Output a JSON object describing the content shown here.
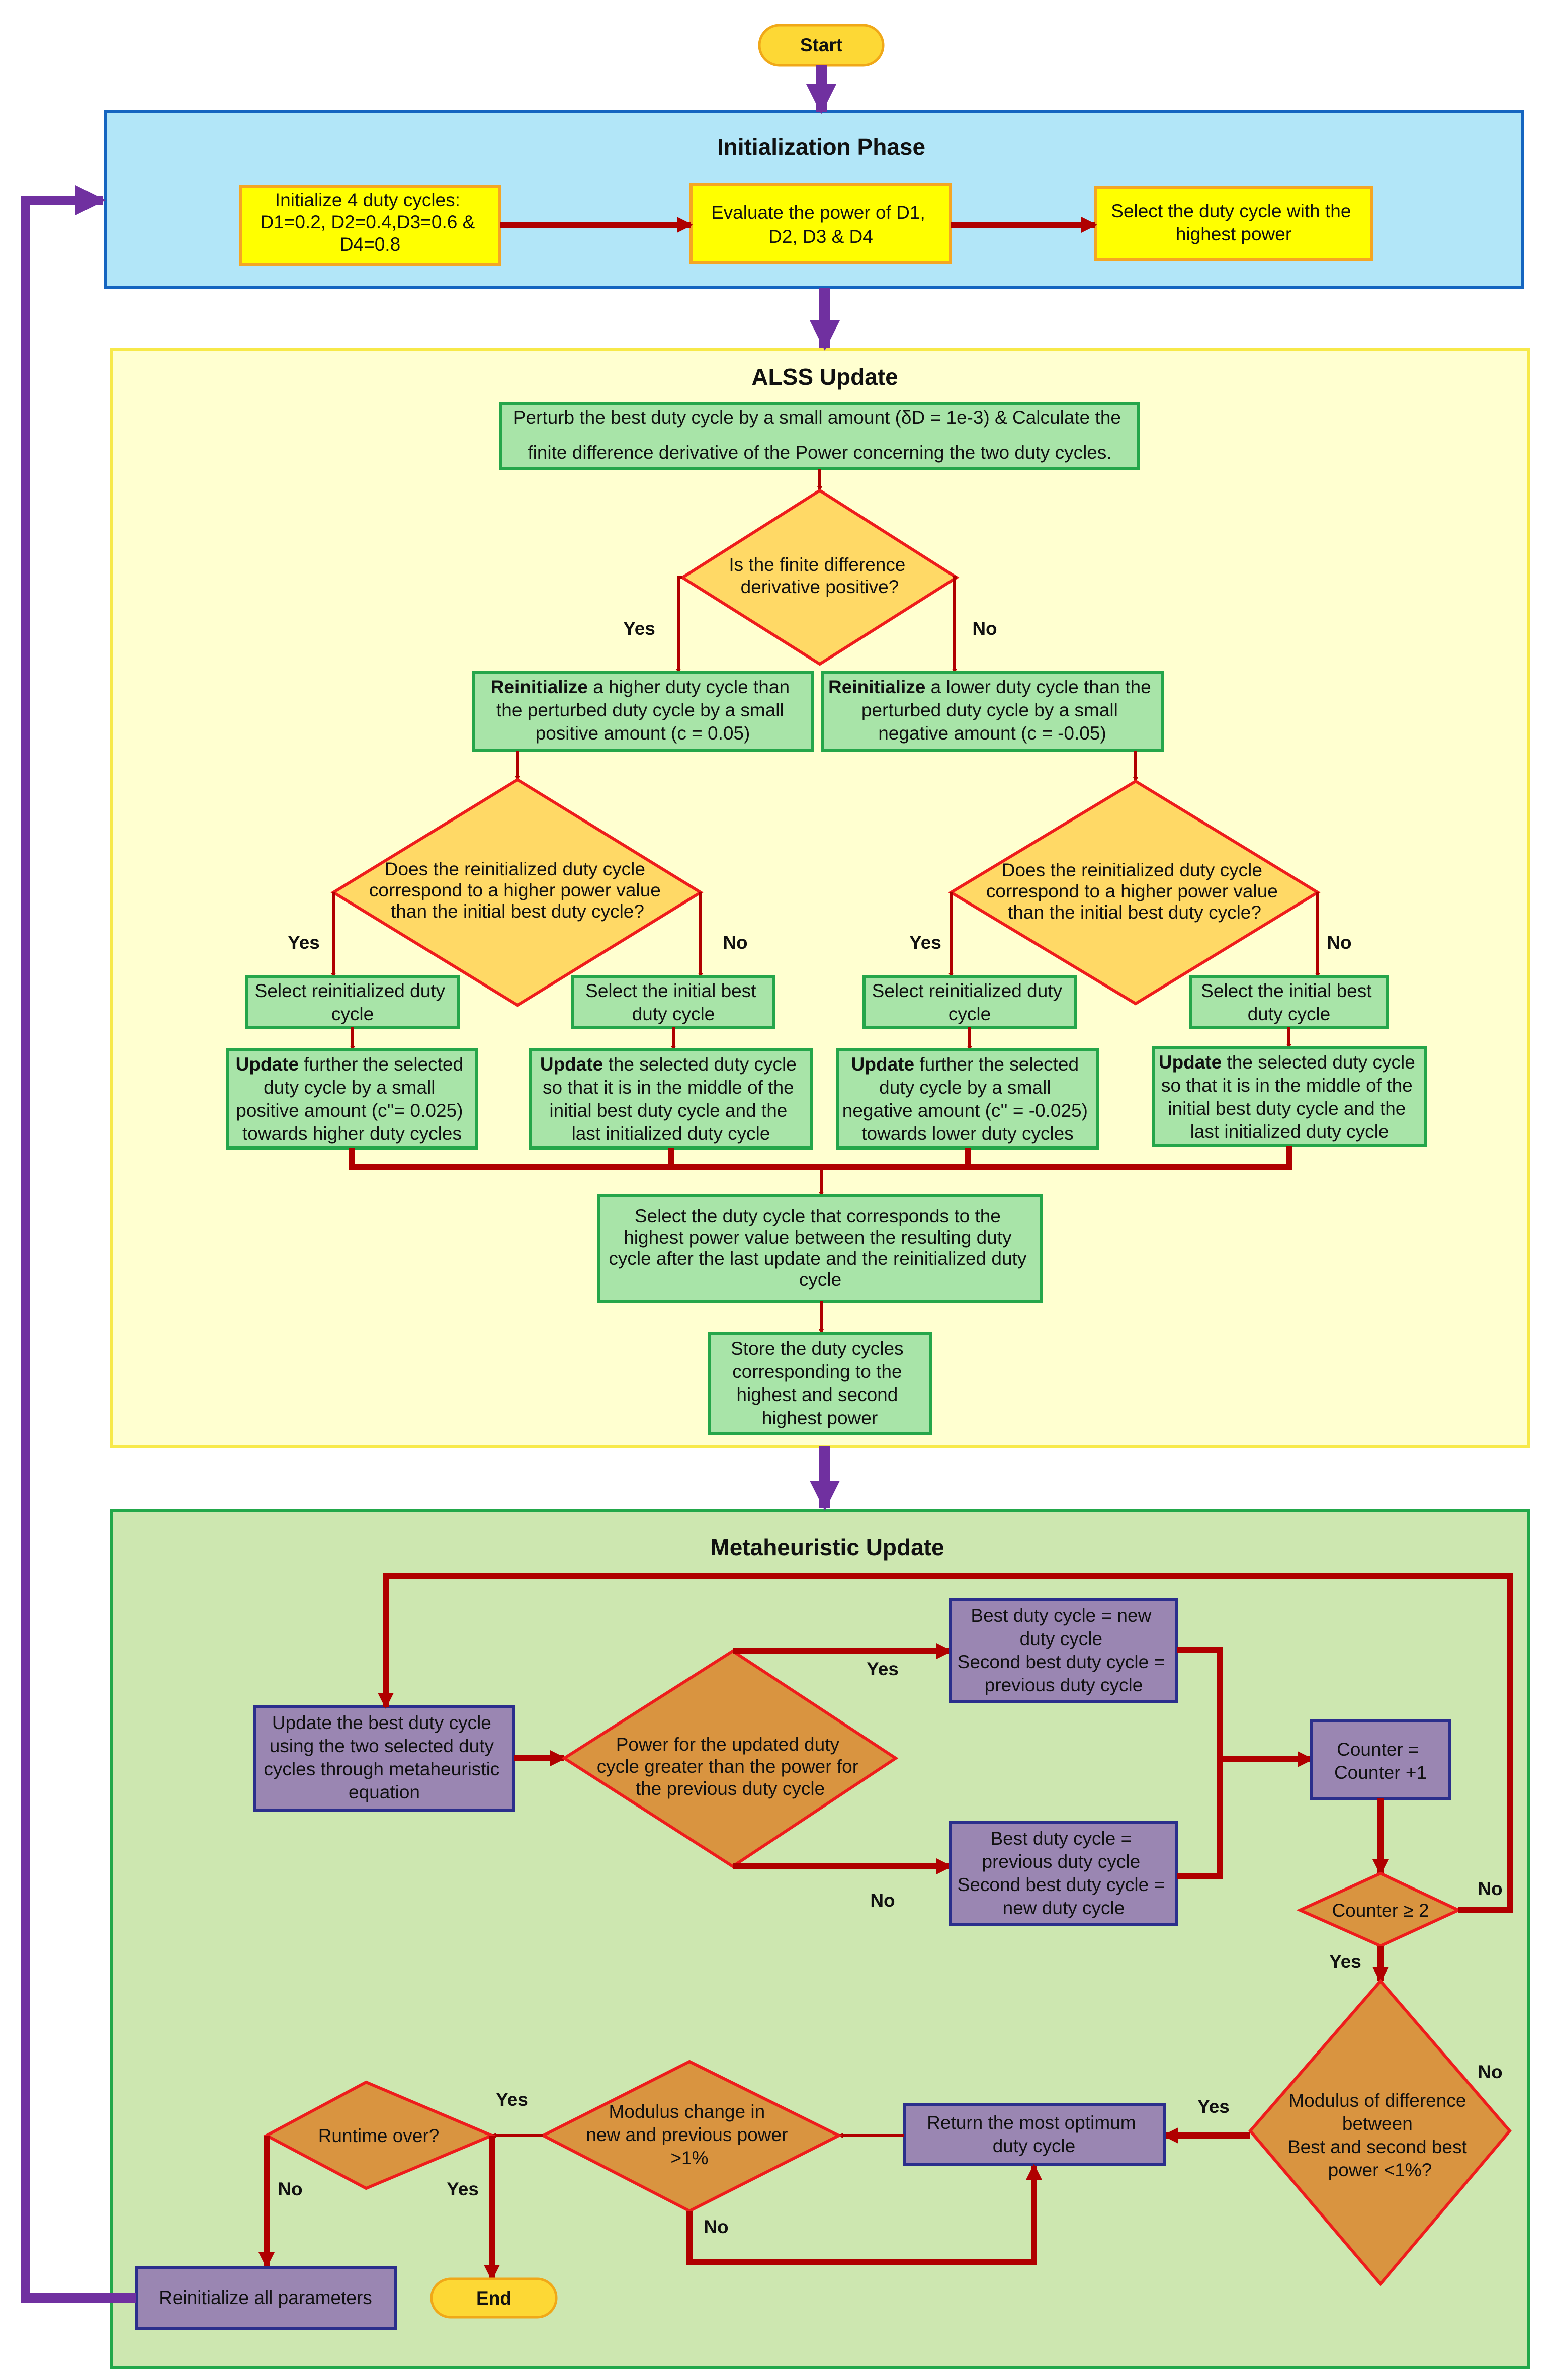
{
  "start": "Start",
  "end": "End",
  "phases": {
    "init": "Initialization Phase",
    "alss": "ALSS Update",
    "meta": "Metaheuristic Update"
  },
  "init": {
    "box1": [
      "Initialize 4 duty cycles:",
      "D1=0.2, D2=0.4,D3=0.6 &",
      "D4=0.8"
    ],
    "box2": [
      "Evaluate the power of D1,",
      "D2, D3 & D4"
    ],
    "box3": [
      "Select the duty cycle with the",
      "highest power"
    ]
  },
  "alss": {
    "perturb": [
      "Perturb the best duty cycle by a small amount (δD = 1e-3) & Calculate the",
      "finite difference derivative of the Power concerning the two duty cycles."
    ],
    "q1": [
      "Is the finite difference",
      "derivative positive?"
    ],
    "reinit_high": {
      "bold": "Reinitialize",
      "rest": " a higher duty cycle than",
      "lines": [
        "the perturbed duty cycle by a small",
        "positive amount (c = 0.05)"
      ]
    },
    "reinit_low": {
      "bold": "Reinitialize",
      "rest": " a lower duty cycle than the",
      "lines": [
        "perturbed duty cycle by a small",
        "negative amount (c = -0.05)"
      ]
    },
    "q2": [
      "Does the reinitialized duty cycle",
      "correspond to a higher power value",
      "than the initial best duty cycle?"
    ],
    "sel_reinit": [
      "Select reinitialized duty",
      "cycle"
    ],
    "sel_initial": [
      "Select the initial best",
      "duty cycle"
    ],
    "upd_pos": {
      "bold": "Update",
      "rest": " further the selected",
      "lines": [
        "duty cycle by a small",
        "positive amount (c''= 0.025)",
        "towards higher duty cycles"
      ]
    },
    "upd_mid_l": {
      "bold": "Update",
      "rest": " the selected duty cycle",
      "lines": [
        "so that it is in the middle of the",
        "initial best duty cycle and the",
        "last initialized duty cycle"
      ]
    },
    "upd_neg": {
      "bold": "Update",
      "rest": " further the selected",
      "lines": [
        "duty cycle by a small",
        "negative amount (c'' = -0.025)",
        "towards lower duty cycles"
      ]
    },
    "upd_mid_r": {
      "bold": "Update",
      "rest": " the selected duty cycle",
      "lines": [
        "so that it is in the middle of the",
        "initial best duty cycle and the",
        "last initialized duty cycle"
      ]
    },
    "select_final": [
      "Select the duty cycle that corresponds to the",
      "highest power value between the resulting duty",
      "cycle after the last update and the reinitialized duty",
      "cycle"
    ],
    "store": [
      "Store the duty cycles",
      "corresponding to the",
      "highest and second",
      "highest power"
    ]
  },
  "meta": {
    "update": [
      "Update the best duty cycle",
      "using the two selected duty",
      "cycles through metaheuristic",
      "equation"
    ],
    "q_power": [
      "Power for the updated duty",
      "cycle greater than the power for",
      "the previous duty cycle"
    ],
    "best_new": [
      "Best duty cycle = new",
      "duty cycle",
      "Second best duty cycle =",
      "previous duty cycle"
    ],
    "best_prev": [
      "Best duty cycle =",
      "previous duty cycle",
      "Second best duty cycle =",
      "new duty cycle"
    ],
    "counter": [
      "Counter =",
      "Counter +1"
    ],
    "q_counter": [
      "Counter ≥ 2"
    ],
    "q_modulus": [
      "Modulus of difference",
      "between",
      "Best and second best",
      "power <1%?"
    ],
    "return": [
      "Return the most optimum",
      "duty cycle"
    ],
    "q_change": [
      "Modulus change in",
      "new and previous power",
      ">1%"
    ],
    "q_runtime": [
      "Runtime over?"
    ],
    "reinit_all": [
      "Reinitialize all parameters"
    ]
  },
  "labels": {
    "yes": "Yes",
    "no": "No"
  },
  "colors": {
    "start_fill": "#fdd835",
    "start_stroke": "#f0a818",
    "init_bg": "#b2e6f8",
    "init_border": "#1565c0",
    "yellow_box": "#ffff00",
    "yellow_border": "#f5a623",
    "alss_bg": "#ffffd0",
    "alss_border": "#f7e94a",
    "green_box": "#a8e4a8",
    "green_border": "#25a64a",
    "diamond_fill": "#ffd966",
    "diamond_stroke": "#ee1c1c",
    "meta_bg": "#cde7b0",
    "meta_border": "#22a84a",
    "purple_box": "#9a86b2",
    "purple_border": "#2b2f8c",
    "orange_diamond": "#d99440",
    "arrow_red": "#b00000",
    "arrow_purple": "#7030a0"
  }
}
